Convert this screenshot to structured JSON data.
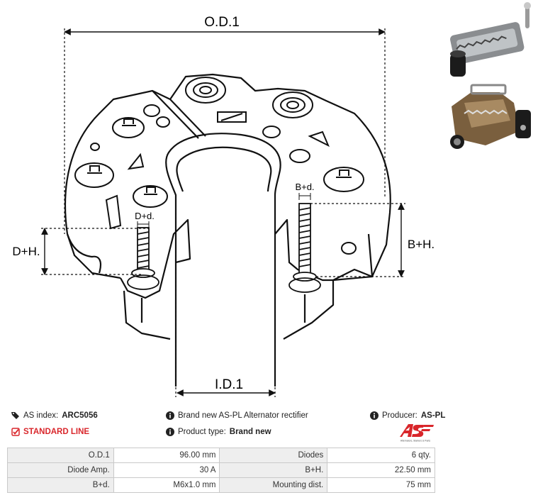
{
  "drawing": {
    "od_label": "O.D.1",
    "id_label": "I.D.1",
    "dh_label": "D+H.",
    "bh_label": "B+H.",
    "dd_label": "D+d.",
    "bd_label": "B+d."
  },
  "info": {
    "as_index_label": "AS index:",
    "as_index_value": "ARC5056",
    "standard_line": "STANDARD LINE",
    "description": "Brand new AS-PL Alternator rectifier",
    "product_type_label": "Product type:",
    "product_type_value": "Brand new",
    "producer_label": "Producer:",
    "producer_value": "AS-PL"
  },
  "logo": {
    "mark": "AS",
    "tagline": "Alternators, Starters & Parts"
  },
  "specs": [
    {
      "l1": "O.D.1",
      "v1": "96.00 mm",
      "l2": "Diodes",
      "v2": "6 qty."
    },
    {
      "l1": "Diode Amp.",
      "v1": "30 A",
      "l2": "B+H.",
      "v2": "22.50 mm"
    },
    {
      "l1": "B+d.",
      "v1": "M6x1.0 mm",
      "l2": "Mounting dist.",
      "v2": "75 mm"
    }
  ],
  "colors": {
    "accent": "#d9262b",
    "line": "#111111"
  }
}
